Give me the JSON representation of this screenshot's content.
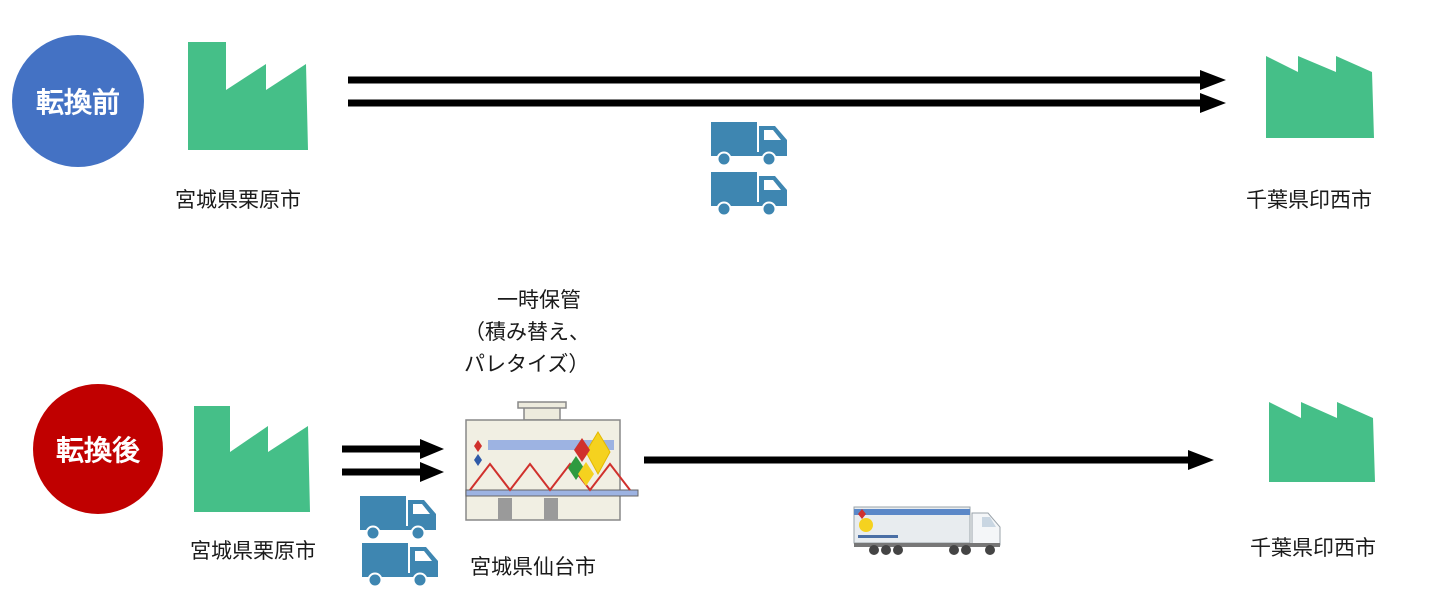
{
  "before": {
    "badge_label": "転換前",
    "badge_color": "#4472C4",
    "origin_label": "宮城県栗原市",
    "destination_label": "千葉県印西市"
  },
  "after": {
    "badge_label": "転換後",
    "badge_color": "#C00000",
    "origin_label": "宮城県栗原市",
    "warehouse_label": "宮城県仙台市",
    "warehouse_note": [
      "一時保管",
      "（積み替え、",
      "パレタイズ）"
    ],
    "destination_label": "千葉県印西市"
  },
  "icons": {
    "factory": "factory-icon",
    "truck": "truck-icon",
    "warehouse": "warehouse-icon",
    "trailer": "trailer-truck-icon"
  },
  "colors": {
    "factory": "#45BF88",
    "truck": "#3E86B1",
    "arrow": "#000000"
  }
}
